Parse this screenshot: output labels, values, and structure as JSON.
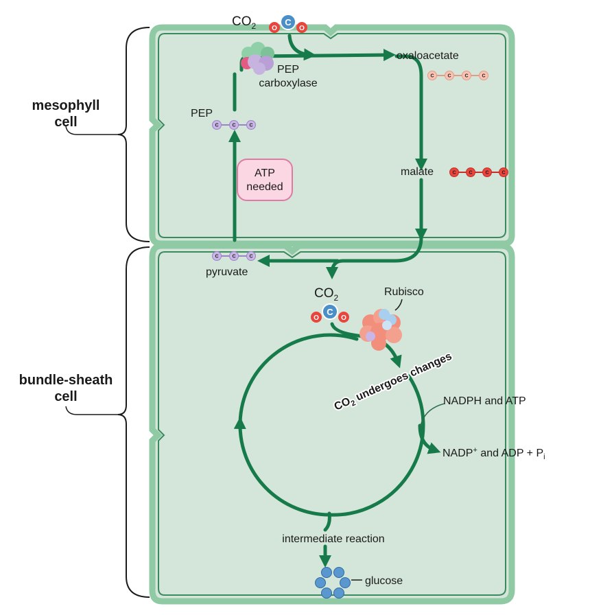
{
  "cells": {
    "mesophyll": {
      "line1": "mesophyll",
      "line2": "cell"
    },
    "bundle_sheath": {
      "line1": "bundle-sheath",
      "line2": "cell"
    }
  },
  "molecules": {
    "co2_top": "CO",
    "co2_bottom": "CO",
    "co2_sub": "2",
    "oxaloacetate": "oxaloacetate",
    "malate": "malate",
    "pep": "PEP",
    "pyruvate": "pyruvate",
    "glucose": "glucose"
  },
  "enzymes": {
    "pep_carboxylase_line1": "PEP",
    "pep_carboxylase_line2": "carboxylase",
    "rubisco": "Rubisco"
  },
  "atp_box": {
    "line1": "ATP",
    "line2": "needed"
  },
  "cycle": {
    "changes_prefix": "CO",
    "changes_sub": "2",
    "changes_rest": " undergoes changes",
    "inputs": "NADPH and ATP",
    "outputs_part1": "NADP",
    "outputs_sup": "+",
    "outputs_part2": " and ADP + P",
    "outputs_sub": "i",
    "intermediate": "intermediate reaction"
  },
  "atoms": {
    "carbon": "C",
    "oxygen": "O"
  },
  "colors": {
    "cell_fill": "#d3e6d9",
    "cell_wall": "#8fcaa4",
    "arrow": "#167a4a",
    "carbon_blue": "#4a8fc8",
    "oxygen_red": "#e8453c",
    "atp_fill": "#fbd6e3",
    "atp_stroke": "#e07aa5"
  }
}
